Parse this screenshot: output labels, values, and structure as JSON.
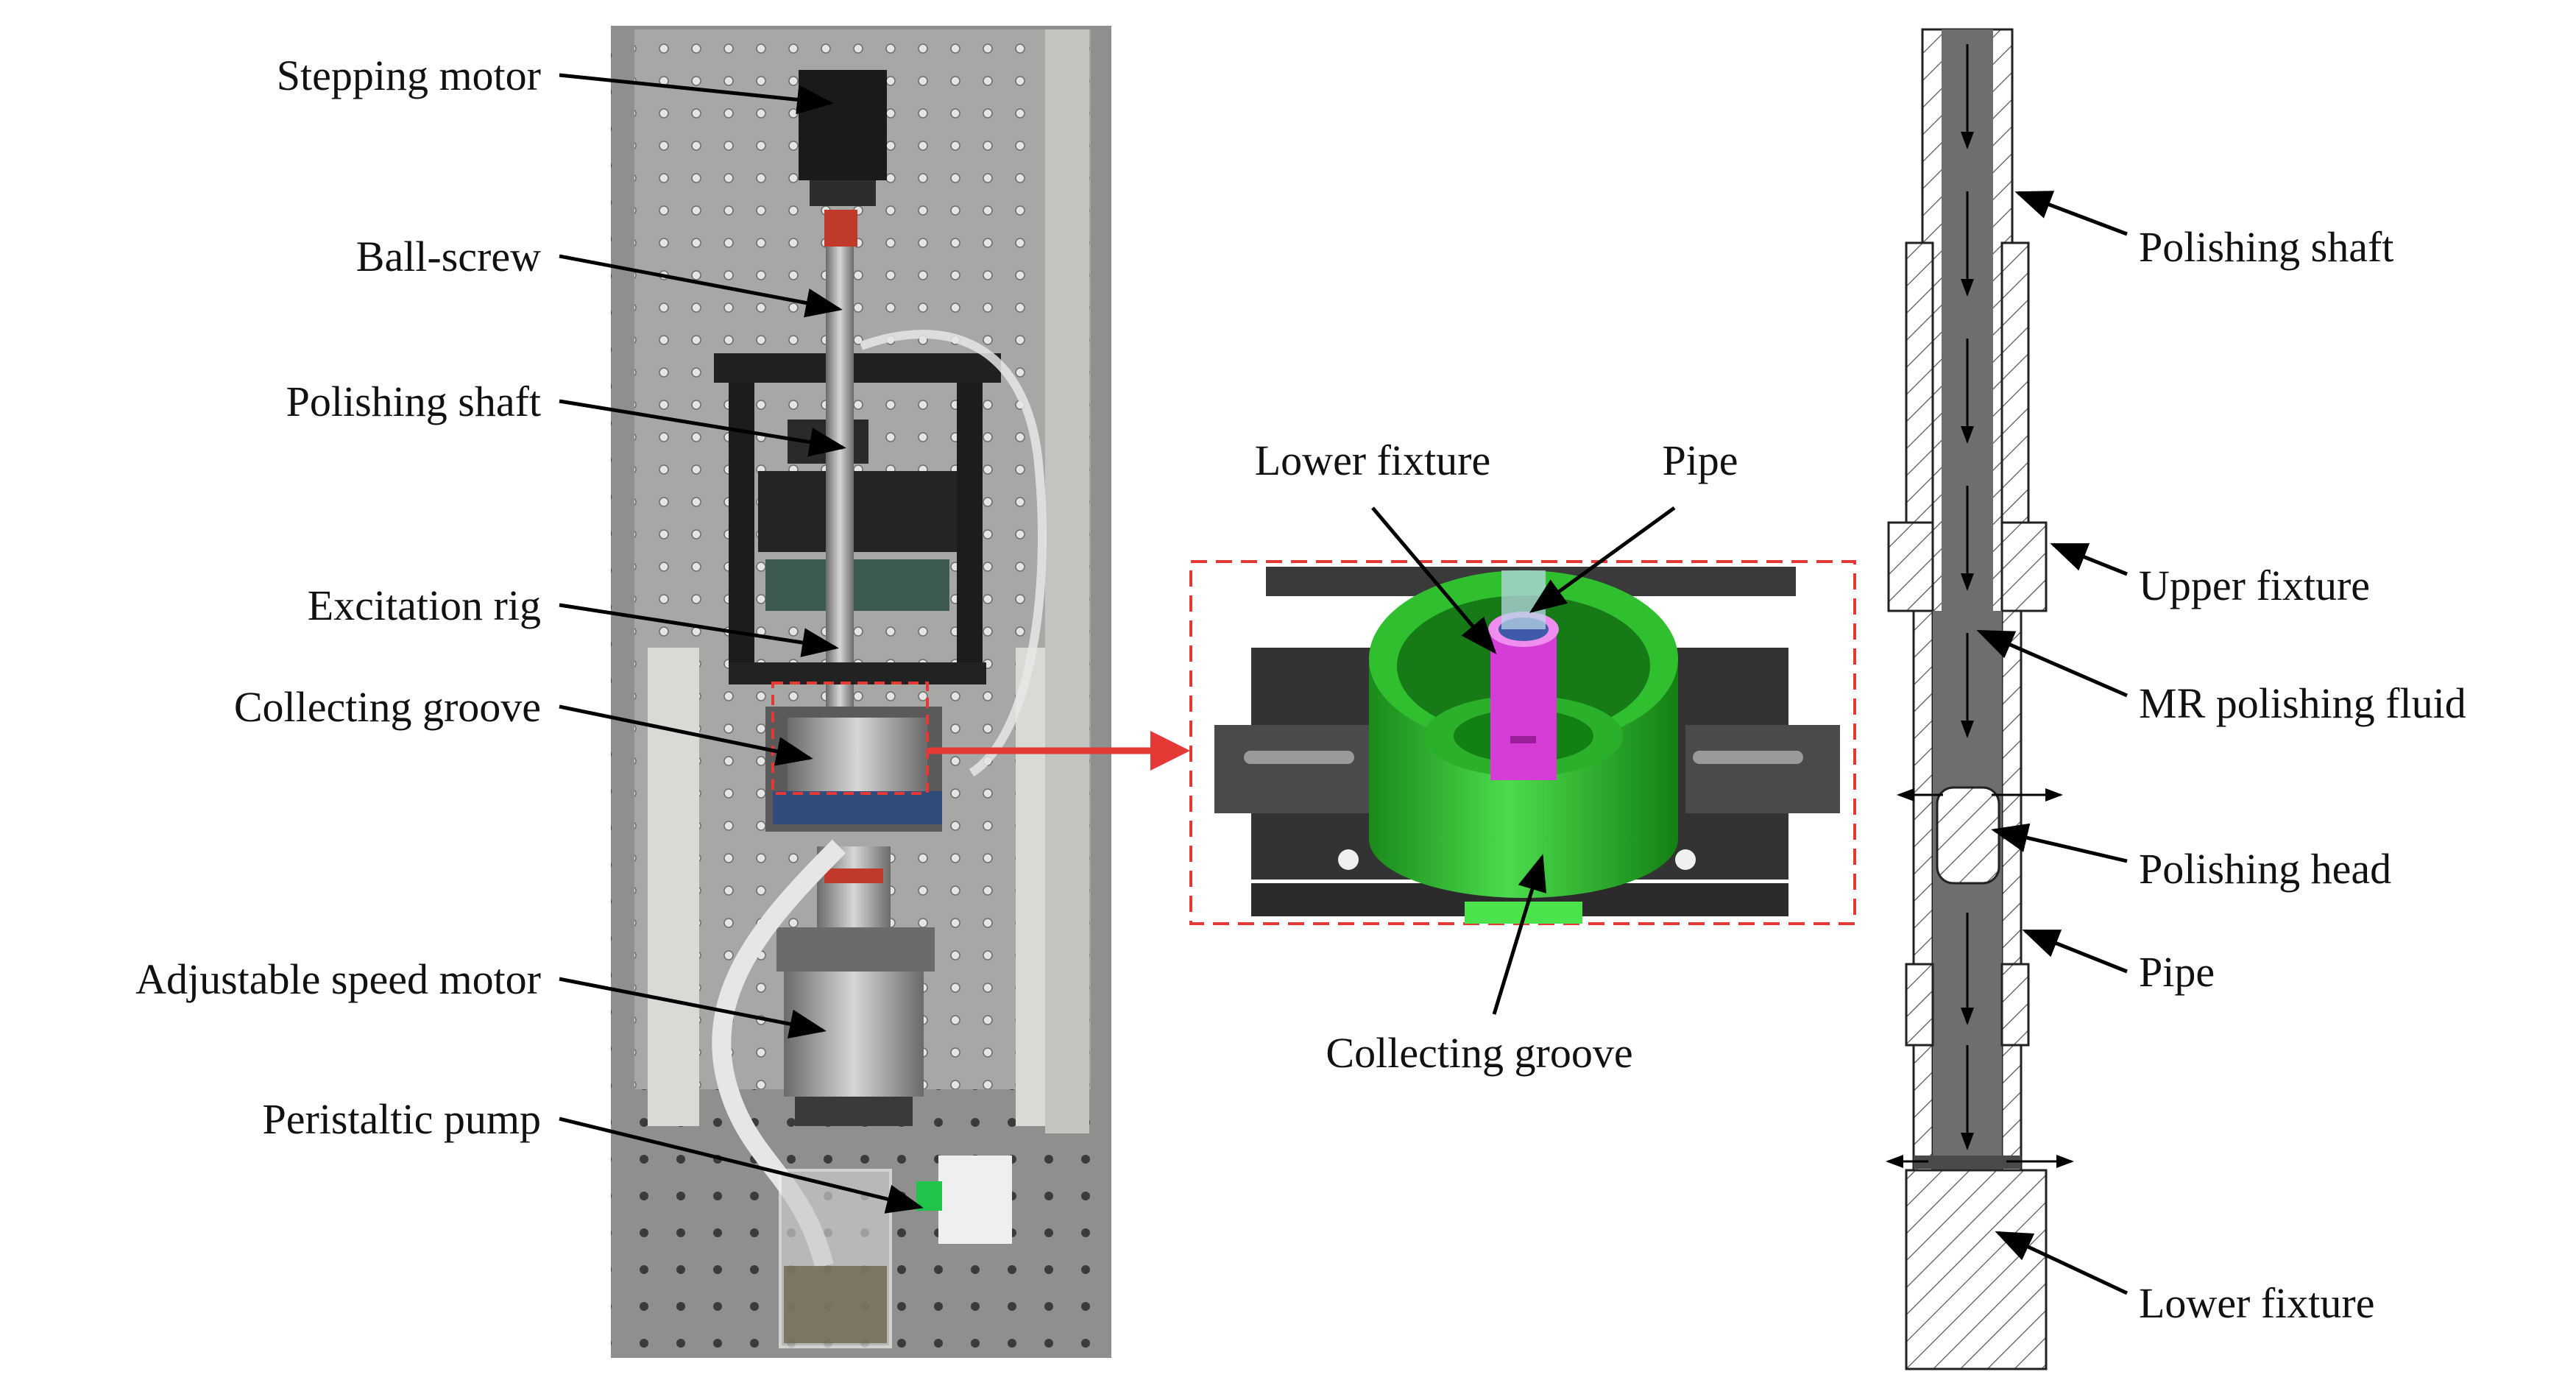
{
  "photo_labels": [
    "Stepping motor",
    "Ball-screw",
    "Polishing shaft",
    "Excitation rig",
    "Collecting groove",
    "Adjustable speed motor",
    "Peristaltic pump"
  ],
  "detail_labels": {
    "lower_fixture": "Lower fixture",
    "pipe": "Pipe",
    "collecting_groove": "Collecting groove"
  },
  "section_labels": [
    "Polishing shaft",
    "Upper fixture",
    "MR polishing fluid",
    "Polishing head",
    "Pipe",
    "Lower fixture"
  ],
  "colors": {
    "highlight": "#e53935",
    "groove": "#2fbf2f",
    "pipe": "#d63cd6",
    "fixture": "#3d3d3d",
    "fluid": "#6e6e6e"
  }
}
